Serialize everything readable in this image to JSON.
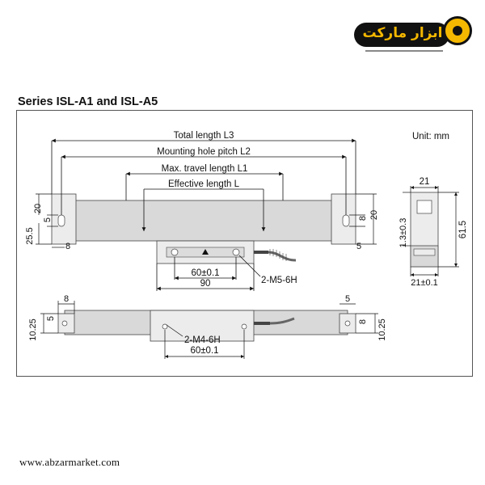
{
  "logo": {
    "text": "ابزار مارکت"
  },
  "header": {
    "title": "Series ISL-A1 and ISL-A5"
  },
  "diagram": {
    "unit": "Unit: mm",
    "labels": {
      "total_length": "Total length L3",
      "mounting_pitch": "Mounting hole pitch L2",
      "max_travel": "Max. travel length L1",
      "effective_length": "Effective length L",
      "pitch_top": "60±0.1",
      "width_90": "90",
      "thread_m5": "2-M5-6H",
      "thread_m4": "2-M4-6H",
      "pitch_bottom": "60±0.1"
    },
    "dims": {
      "d20_left": "20",
      "d5_left": "5",
      "d25_5": "25.5",
      "d8_left": "8",
      "d8_right": "8",
      "d20_right": "20",
      "d5_right": "5",
      "d21_top": "21",
      "d61_5": "61.5",
      "d1_3": "1.3±0.3",
      "d21_bottom": "21±0.1",
      "b8_left": "8",
      "b5_left": "5",
      "b10_25_left": "10.25",
      "b5_right": "5",
      "b8_right": "8",
      "b10_25_right": "10.25"
    }
  },
  "footer": {
    "url": "www.abzarmarket.com"
  }
}
